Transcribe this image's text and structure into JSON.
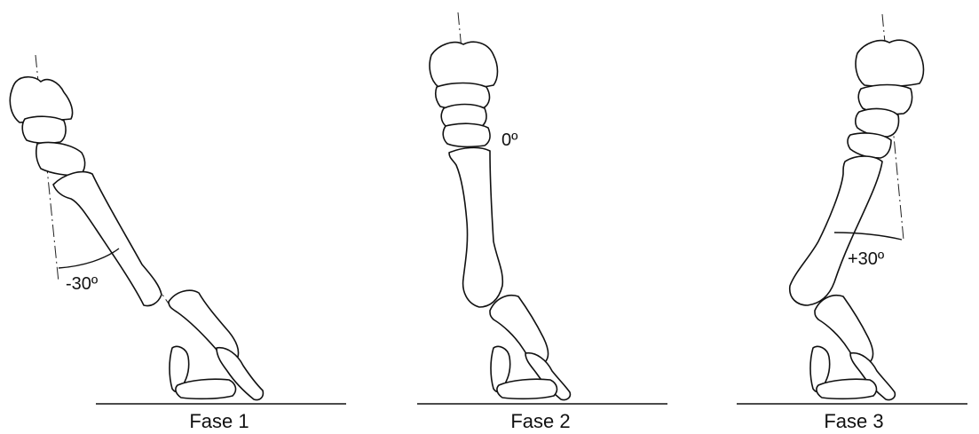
{
  "phases": [
    {
      "label": "Fase 1",
      "angle_label": "-30º"
    },
    {
      "label": "Fase 2",
      "angle_label": "0º"
    },
    {
      "label": "Fase 3",
      "angle_label": "+30º"
    }
  ]
}
